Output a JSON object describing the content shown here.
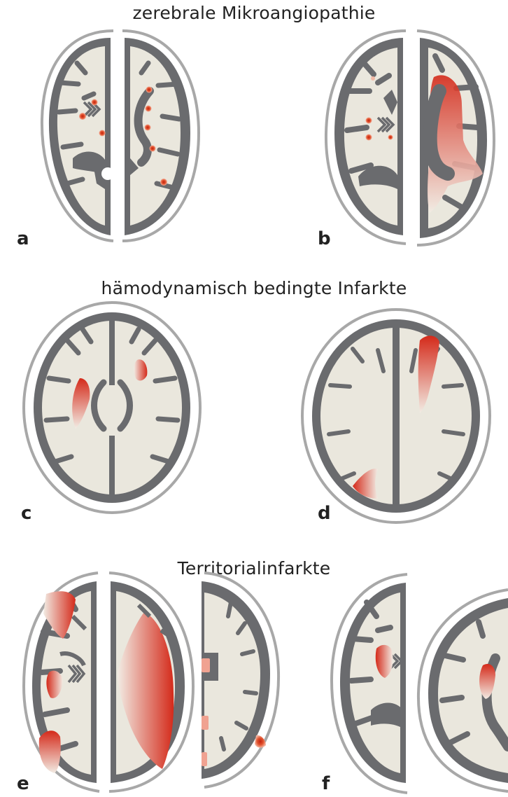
{
  "sections": [
    {
      "title": "zerebrale Mikroangiopathie"
    },
    {
      "title": "hämodynamisch bedingte Infarkte"
    },
    {
      "title": "Territorialinfarkte"
    }
  ],
  "panels": [
    "a",
    "b",
    "c",
    "d",
    "e",
    "f"
  ],
  "colors": {
    "skull": "#a8a8a8",
    "cortex": "#6a6b6e",
    "white_matter": "#eae7dd",
    "lesion": "#d8351f",
    "lesion_light": "#f0a291"
  }
}
